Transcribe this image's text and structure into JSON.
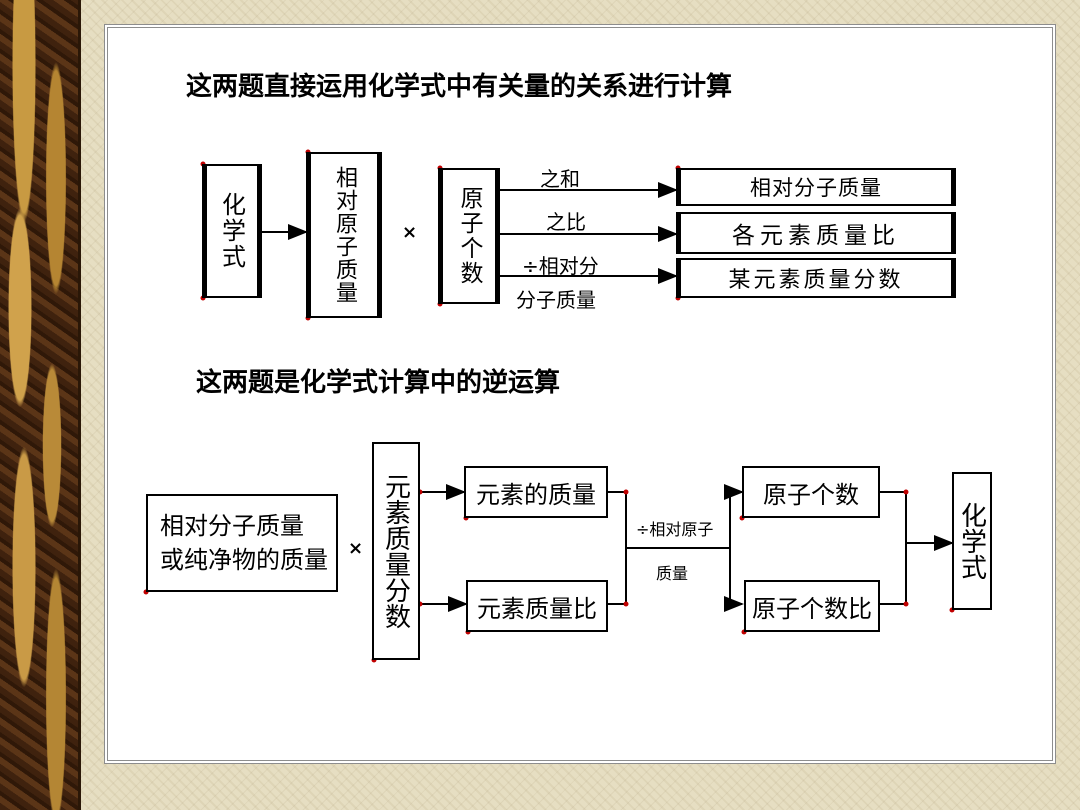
{
  "section1": {
    "heading": "这两题直接运用化学式中有关量的关系进行计算",
    "box_formula": "化学式",
    "box_atomic_mass": "相对原子质量",
    "times": "×",
    "box_atom_count": "原子个数",
    "label_sum": "之和",
    "label_ratio": "之比",
    "label_div1": "÷相对分",
    "label_div2": "分子质量",
    "out_molecular_mass": "相对分子质量",
    "out_mass_ratio": "各元素质量比",
    "out_mass_fraction": "某元素质量分数"
  },
  "section2": {
    "heading": "这两题是化学式计算中的逆运算",
    "box_input_line1": "相对分子质量",
    "box_input_line2": "或纯净物的质量",
    "times": "×",
    "box_element_fraction": "元素质量分数",
    "box_element_mass": "元素的质量",
    "box_element_ratio": "元素质量比",
    "label_div_line1": "÷相对原子",
    "label_div_line2": "质量",
    "box_atom_count": "原子个数",
    "box_atom_ratio": "原子个数比",
    "box_formula": "化学式"
  }
}
